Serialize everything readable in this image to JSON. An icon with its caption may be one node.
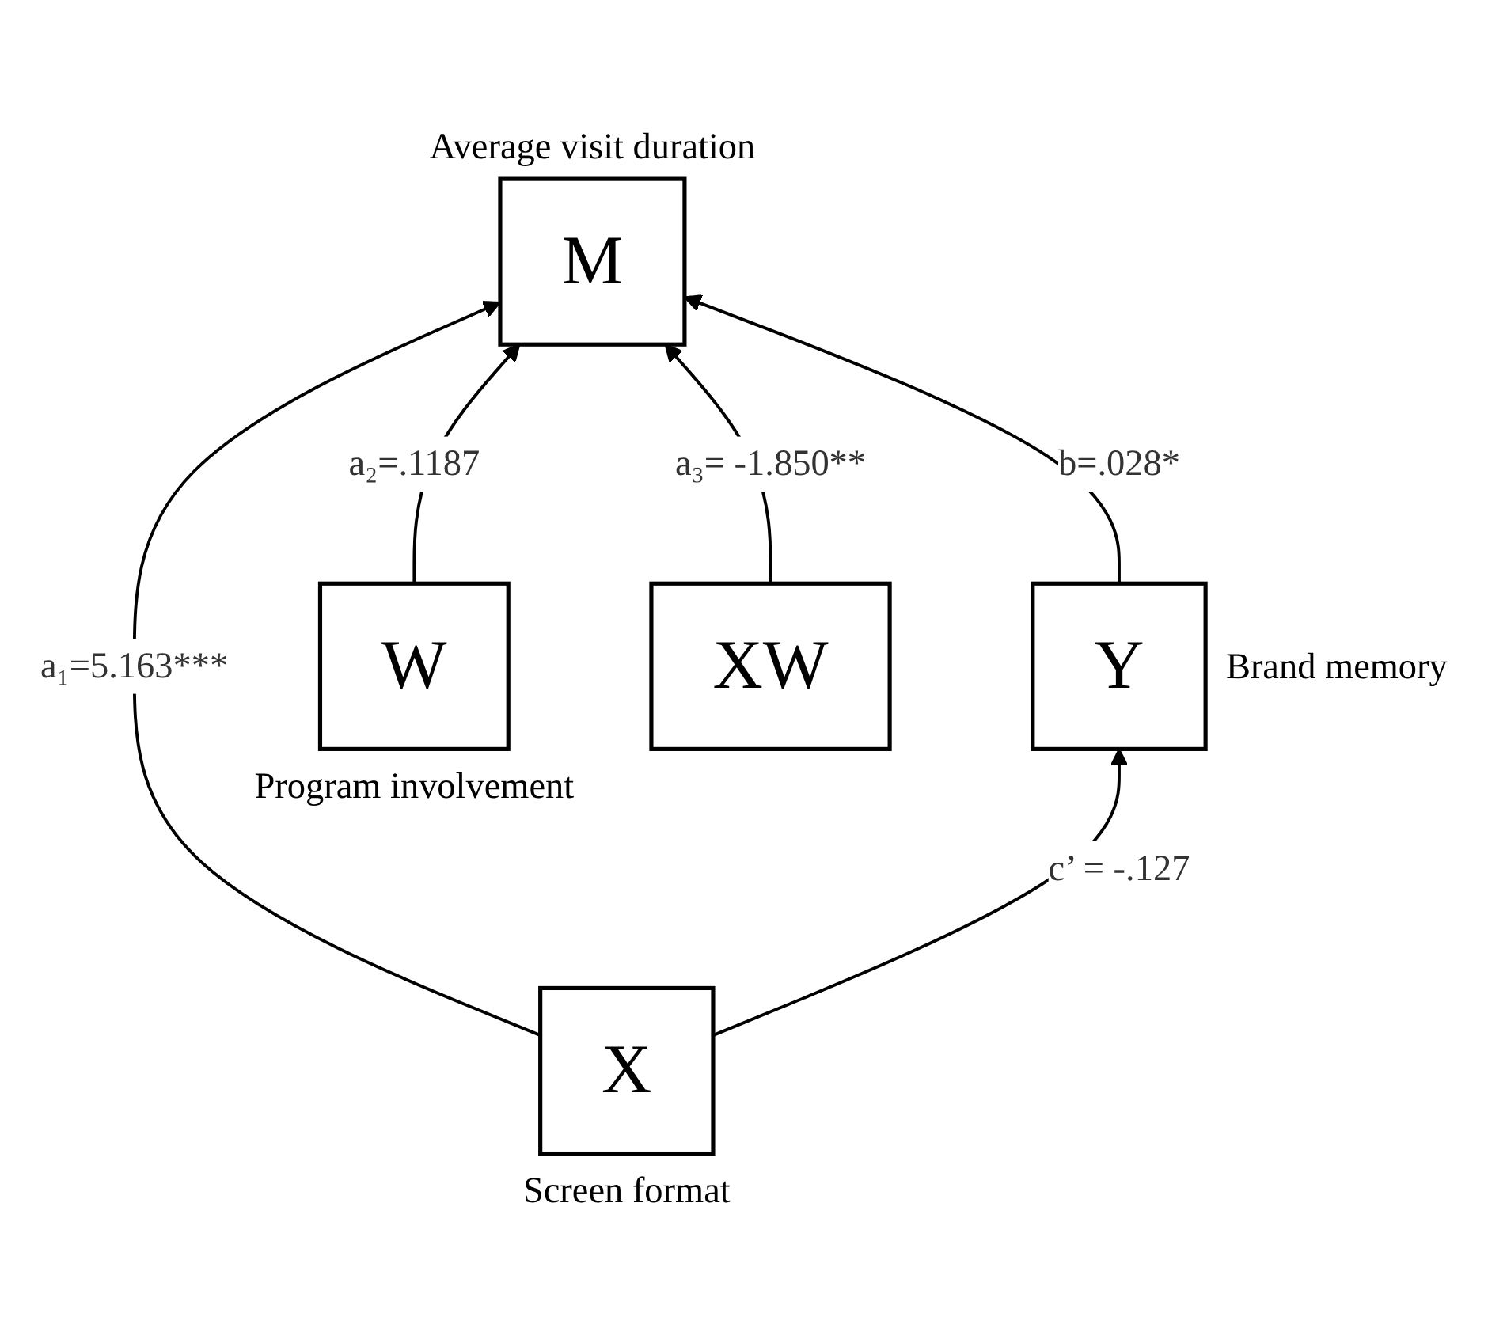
{
  "diagram": {
    "nodes": [
      {
        "text": [
          "M"
        ],
        "beside": [
          "Average visit duration"
        ]
      },
      {
        "text": [
          "X"
        ],
        "beside": [
          "Screen format"
        ]
      },
      {
        "text": [
          "Y"
        ],
        "beside": [
          "Brand memory"
        ]
      },
      {
        "text": [
          "W"
        ],
        "beside": [
          "Program involvement"
        ]
      },
      {
        "text": [
          "XW"
        ]
      }
    ],
    "edges": [
      {
        "from": 1,
        "to": 0,
        "arrow": "to",
        "label": "a₁=5.163***"
      },
      {
        "from": 1,
        "to": 2,
        "arrow": "to",
        "label": "c’ = -.127"
      },
      {
        "from": 3,
        "to": 0,
        "arrow": "to",
        "label": "a₂=.1187"
      },
      {
        "from": 4,
        "to": 0,
        "arrow": "to",
        "label": "a₃= -1.850**"
      },
      {
        "from": 2,
        "to": 0,
        "arrow": "to",
        "label": "b=.028*"
      }
    ]
  }
}
